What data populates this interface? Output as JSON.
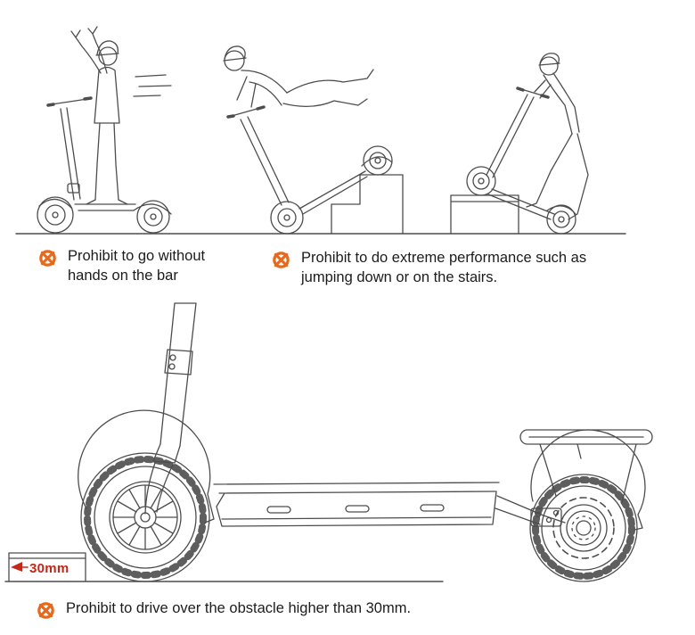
{
  "captions": {
    "no_hands": {
      "line1": "Prohibit to go without",
      "line2": "hands on the bar"
    },
    "extreme": {
      "line1": "Prohibit to do extreme performance such as",
      "line2": "jumping down or on the stairs."
    },
    "obstacle": {
      "line1": "Prohibit to drive over the obstacle higher than 30mm."
    }
  },
  "labels": {
    "obstacle_height": "30mm"
  },
  "icons": {
    "prohibit": "prohibit-circle-x"
  },
  "colors": {
    "prohibit_icon": "#e8681c",
    "obstacle_label": "#c22718",
    "line_art": "#4d4d4d"
  }
}
